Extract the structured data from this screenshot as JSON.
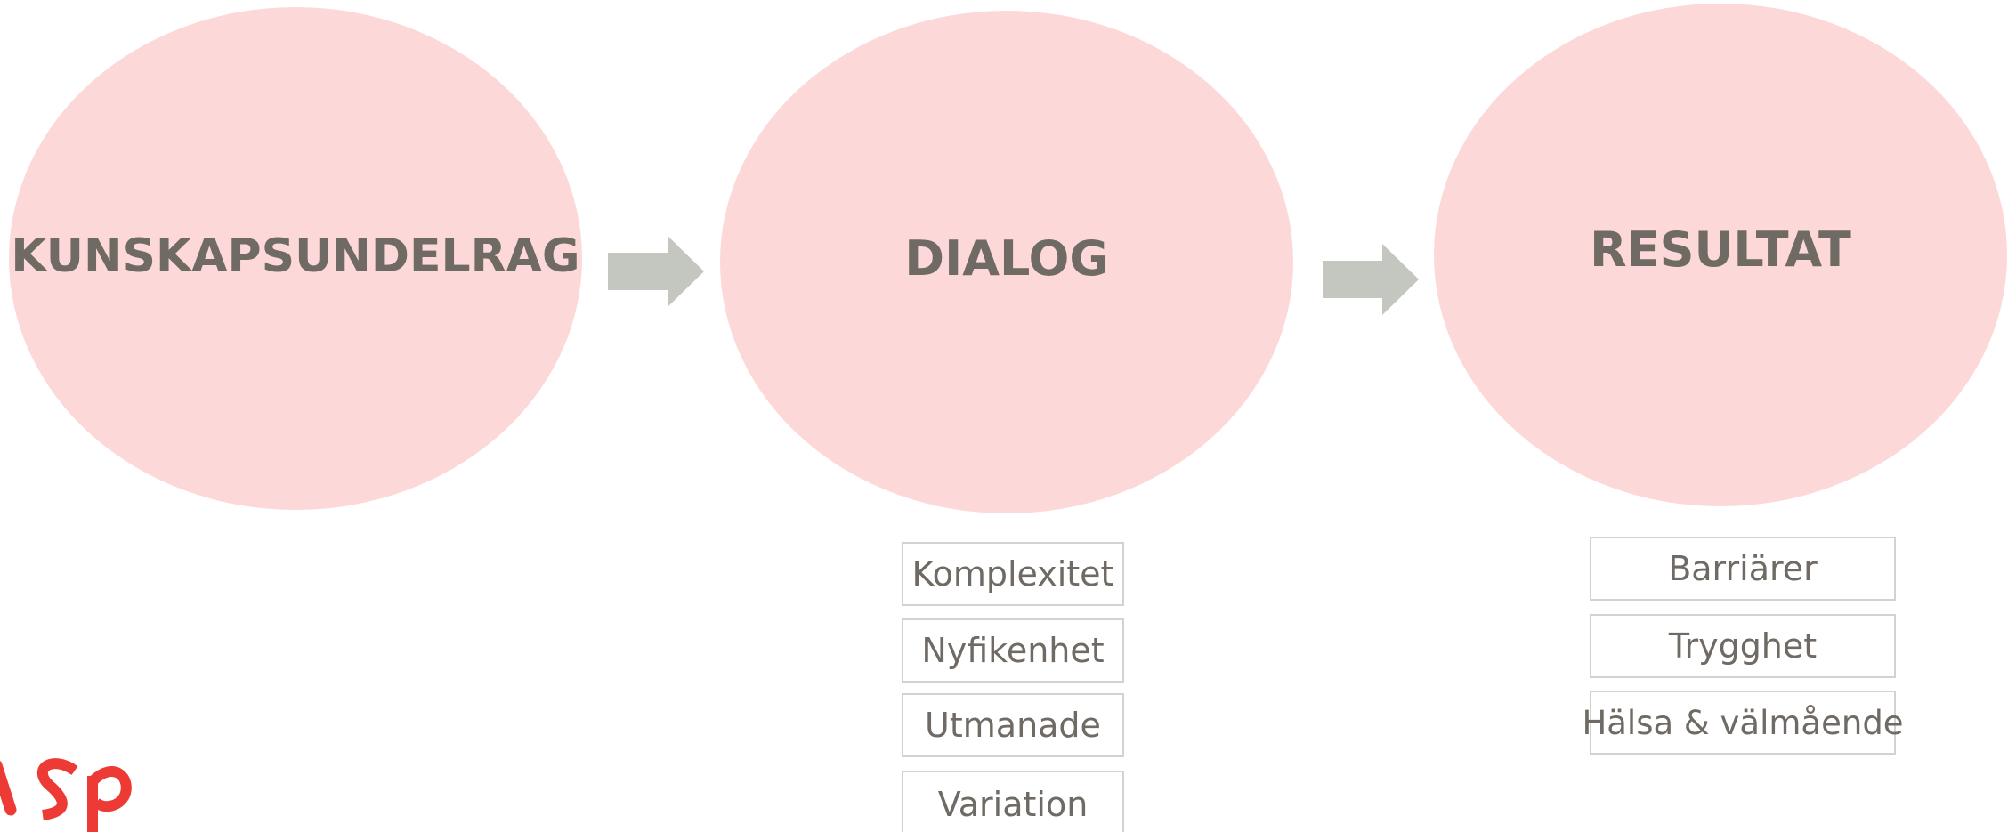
{
  "colors": {
    "ellipse_fill": "#fdd8d8",
    "text": "#6f6a63",
    "arrow": "#c4c6c0",
    "box_border": "#d2d2d2",
    "logo": "#ee3a34"
  },
  "flow": {
    "steps": [
      {
        "label": "KUNSKAPSUNDELRAG"
      },
      {
        "label": "DIALOG"
      },
      {
        "label": "RESULTAT"
      }
    ],
    "connector_icon": "right-arrow-icon"
  },
  "dialog_items": [
    "Komplexitet",
    "Nyfikenhet",
    "Utmanade",
    "Variation"
  ],
  "result_items": [
    "Barriärer",
    "Trygghet",
    "Hälsa & välmående"
  ],
  "logo": {
    "text": "ASP",
    "icon": "logo-partial"
  }
}
